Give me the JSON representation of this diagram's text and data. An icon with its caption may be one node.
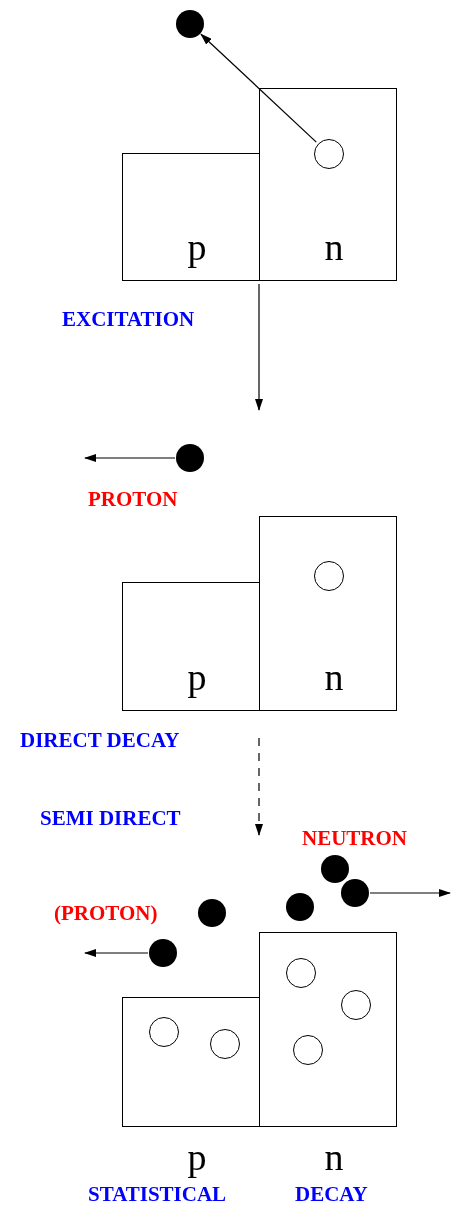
{
  "diagram": {
    "nodes": [
      {
        "text": [
          "p"
        ]
      },
      {
        "text": [
          "n"
        ]
      },
      {
        "text": [],
        "shape": "circle",
        "in": 1
      },
      {
        "text": [],
        "shape": "circle"
      },
      {
        "text": [
          "p"
        ]
      },
      {
        "text": [
          "n"
        ]
      },
      {
        "text": [],
        "shape": "circle",
        "in": 5
      },
      {
        "text": [],
        "shape": "circle"
      },
      {
        "text": [
          "p"
        ]
      },
      {
        "text": [
          "n"
        ]
      },
      {
        "text": [],
        "shape": "circle",
        "in": 8
      },
      {
        "text": [],
        "shape": "circle",
        "in": 8
      },
      {
        "text": [],
        "shape": "circle",
        "in": 9
      },
      {
        "text": [],
        "shape": "circle",
        "in": 9
      },
      {
        "text": [],
        "shape": "circle",
        "in": 9
      },
      {
        "text": [],
        "shape": "circle"
      },
      {
        "text": [],
        "shape": "circle"
      },
      {
        "text": [],
        "shape": "circle"
      },
      {
        "text": [],
        "shape": "circle"
      },
      {
        "text": [],
        "shape": "circle"
      }
    ],
    "edges": [
      {
        "from": 2,
        "to": 3,
        "arrow": "to"
      },
      {
        "from": 1,
        "to": null,
        "arrow": "to"
      },
      {
        "from": 7,
        "to": null,
        "arrow": "to"
      },
      {
        "from": 5,
        "to": null,
        "arrow": "to",
        "style": "dashed"
      },
      {
        "from": 16,
        "to": null,
        "arrow": "to"
      },
      {
        "from": 19,
        "to": null,
        "arrow": "to"
      }
    ],
    "labels": [
      "EXCITATION",
      "PROTON",
      "DIRECT DECAY",
      "SEMI DIRECT",
      "NEUTRON",
      "(PROTON)",
      "STATISTICAL",
      "DECAY"
    ]
  }
}
